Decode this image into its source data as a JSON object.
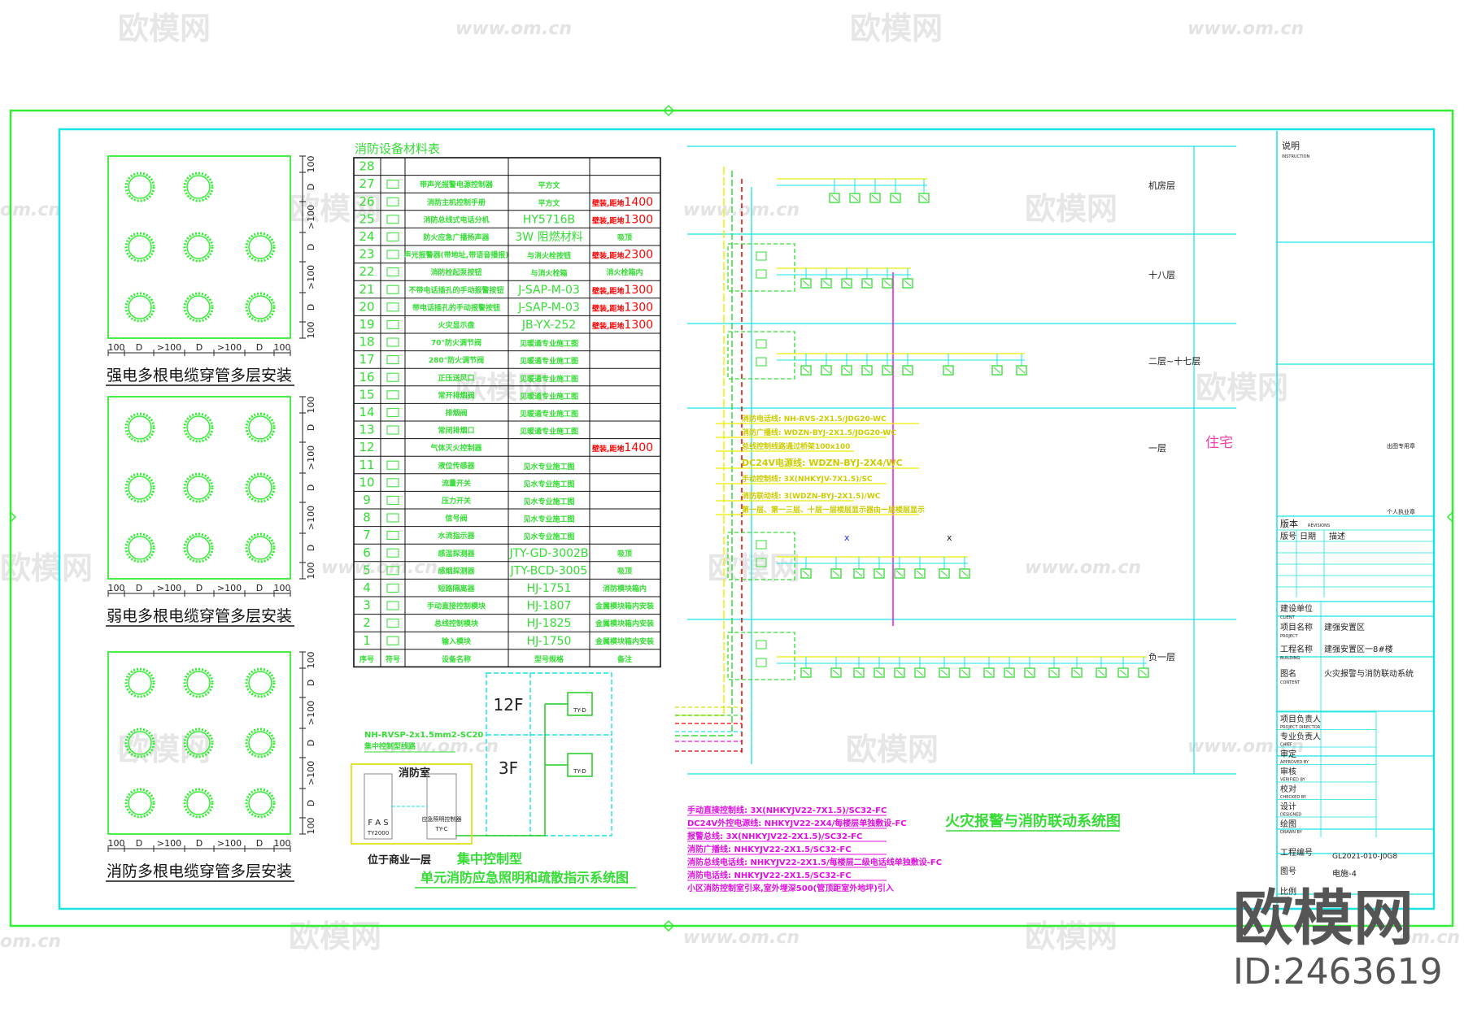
{
  "watermarks": {
    "brand": "欧模网",
    "url": "www.om.cn",
    "url_short": "om.cn",
    "big_brand": "欧模网",
    "big_id": "ID:2463619"
  },
  "conduit_details": {
    "dims": [
      "100",
      "D",
      ">100",
      "D",
      ">100",
      "D",
      "100"
    ],
    "titles": [
      "强电多根电缆穿管多层安装",
      "弱电多根电缆穿管多层安装",
      "消防多根电缆穿管多层安装"
    ]
  },
  "materials": {
    "title": "消防设备材料表",
    "rows": [
      {
        "no": "28",
        "icon": "",
        "name": "",
        "model": "",
        "note": ""
      },
      {
        "no": "27",
        "icon": "▭",
        "name": "带声光报警电源控制器",
        "model": "平方文",
        "note": ""
      },
      {
        "no": "26",
        "icon": "田",
        "name": "消防主机控制手册",
        "model": "平方文",
        "note": "壁装,距地1400"
      },
      {
        "no": "25",
        "icon": "▦",
        "name": "消防总线式电话分机",
        "model": "HY5716B",
        "note": "壁装,距地1300"
      },
      {
        "no": "24",
        "icon": "◁",
        "name": "防火应急广播扬声器",
        "model": "3W 阻燃材料",
        "note": "吸顶"
      },
      {
        "no": "23",
        "icon": "▣",
        "name": "声光报警器(带地址,带语音播报)",
        "model": "与消火栓按钮",
        "note": "壁装,距地2300"
      },
      {
        "no": "22",
        "icon": "▣",
        "name": "消防栓起泵按钮",
        "model": "与消火栓箱",
        "note": "消火栓箱内"
      },
      {
        "no": "21",
        "icon": "▣",
        "name": "不带电话插孔的手动报警按钮",
        "model": "J-SAP-M-03",
        "note": "壁装,距地1300"
      },
      {
        "no": "20",
        "icon": "▣",
        "name": "带电话插孔的手动报警按钮",
        "model": "J-SAP-M-03",
        "note": "壁装,距地1300"
      },
      {
        "no": "19",
        "icon": "▣",
        "name": "火灾显示盘",
        "model": "JB-YX-252",
        "note": "壁装,距地1300"
      },
      {
        "no": "18",
        "icon": "▭",
        "name": "70°防火调节阀",
        "model": "见暖通专业施工图",
        "note": ""
      },
      {
        "no": "17",
        "icon": "▭",
        "name": "280°防火调节阀",
        "model": "见暖通专业施工图",
        "note": ""
      },
      {
        "no": "16",
        "icon": "▭",
        "name": "正压送风口",
        "model": "见暖通专业施工图",
        "note": ""
      },
      {
        "no": "15",
        "icon": "▭",
        "name": "常开排烟阀",
        "model": "见暖通专业施工图",
        "note": ""
      },
      {
        "no": "14",
        "icon": "▭",
        "name": "排烟阀",
        "model": "见暖通专业施工图",
        "note": ""
      },
      {
        "no": "13",
        "icon": "▭",
        "name": "常闭排烟口",
        "model": "见暖通专业施工图",
        "note": ""
      },
      {
        "no": "12",
        "icon": "",
        "name": "气体灭火控制器",
        "model": "",
        "note": "壁装,距地1400"
      },
      {
        "no": "11",
        "icon": "L",
        "name": "液位传感器",
        "model": "见水专业施工图",
        "note": ""
      },
      {
        "no": "10",
        "icon": "F",
        "name": "流量开关",
        "model": "见水专业施工图",
        "note": ""
      },
      {
        "no": "9",
        "icon": "▭",
        "name": "压力开关",
        "model": "见水专业施工图",
        "note": ""
      },
      {
        "no": "8",
        "icon": "▭",
        "name": "信号阀",
        "model": "见水专业施工图",
        "note": ""
      },
      {
        "no": "7",
        "icon": "▭",
        "name": "水流指示器",
        "model": "见水专业施工图",
        "note": ""
      },
      {
        "no": "6",
        "icon": "▣",
        "name": "感温探测器",
        "model": "JTY-GD-3002B",
        "note": "吸顶"
      },
      {
        "no": "5",
        "icon": "▣",
        "name": "感烟探测器",
        "model": "JTY-BCD-3005",
        "note": "吸顶"
      },
      {
        "no": "4",
        "icon": "▭",
        "name": "短路隔离器",
        "model": "HJ-1751",
        "note": "消防模块箱内"
      },
      {
        "no": "3",
        "icon": "▭",
        "name": "手动直接控制模块",
        "model": "HJ-1807",
        "note": "金属模块箱内安装"
      },
      {
        "no": "2",
        "icon": "▭",
        "name": "总线控制模块",
        "model": "HJ-1825",
        "note": "金属模块箱内安装"
      },
      {
        "no": "1",
        "icon": "▭",
        "name": "输入模块",
        "model": "HJ-1750",
        "note": "金属模块箱内安装"
      }
    ],
    "header": {
      "no": "序号",
      "icon": "符号",
      "name": "设备名称",
      "model": "型号规格",
      "note": "备注"
    }
  },
  "emergency": {
    "cable_label": "NH-RVSP-2x1.5mm2-SC20",
    "cable_sub": "集中控制型线路",
    "room": "消防室",
    "fas": "F A S",
    "fas_model": "TY2000",
    "panel_label": "应急照明控制器",
    "panel_model": "TY-C",
    "floor_note": "位于商业一层",
    "floors": [
      "12F",
      "3F"
    ],
    "box_model": "TY-D",
    "subtitle": "集中控制型",
    "title": "单元消防应急照明和疏散指示系统图"
  },
  "system": {
    "levels": [
      "机房层",
      "十八层",
      "二层~十七层",
      "一层",
      "负一层"
    ],
    "residence": "住宅",
    "title": "火灾报警与消防联动系统图",
    "mid_notes": [
      "消防电话线: NH-RVS-2X1.5/JDG20-WC",
      "消防广播线: WDZN-BYJ-2X1.5/JDG20-WC",
      "总线控制线路通过桥架100x100",
      "DC24V电源线: WDZN-BYJ-2X4/WC",
      "手动控制线: 3X(NHKYJV-7X1.5)/SC",
      "消防联动线: 3(WDZN-BYJ-2X1.5)/WC",
      "第一层、第一三层、十层一层楼层显示器由一层楼层显示"
    ],
    "legend": [
      "手动直接控制线: 3X(NHKYJV22-7X1.5)/SC32-FC",
      "DC24V外控电源线: NHKYJV22-2X4/每楼层单独敷设-FC",
      "报警总线: 3X(NHKYJV22-2X1.5)/SC32-FC",
      "消防广播线: NHKYJV22-2X1.5/SC32-FC",
      "消防总线电话线: NHKYJV22-2X1.5/每楼层二级电话线单独敷设-FC",
      "消防电话线: NHKYJV22-2X1.5/SC32-FC",
      "小区消防控制室引来,室外埋深500(管顶距室外地坪)引入"
    ]
  },
  "title_block": {
    "instruction": "说明",
    "instruction_en": "INSTRUCTION",
    "stamp": "出图专用章",
    "personal_stamp": "个人执业章",
    "version": "版本",
    "version_en": "REVISIONS",
    "rev_cols": [
      "版号",
      "日期",
      "描述"
    ],
    "client_label": "建设单位",
    "client_en": "CLIENT",
    "project_label": "项目名称",
    "project_en": "PROJECT",
    "project_value": "建强安置区",
    "building_label": "工程名称",
    "building_en": "BUILDING",
    "building_value": "建强安置区一8#楼",
    "content_label": "图名",
    "content_en": "CONTENT",
    "content_value": "火灾报警与消防联动系统",
    "roles": [
      "项目负责人",
      "专业负责人",
      "审定",
      "审核",
      "校对",
      "设计",
      "绘图"
    ],
    "roles_en": [
      "PROJECT DIRECTOR",
      "CHIEF",
      "APPROVED BY",
      "VERIFIED BY",
      "CHECKED BY",
      "DESIGNED",
      "DRAWN BY"
    ],
    "eng_no_label": "工程编号",
    "eng_no_value": "GL2021-010-J0G8",
    "drawing_no_label": "图号",
    "drawing_no_value": "电施-4",
    "scale_label": "比例"
  }
}
